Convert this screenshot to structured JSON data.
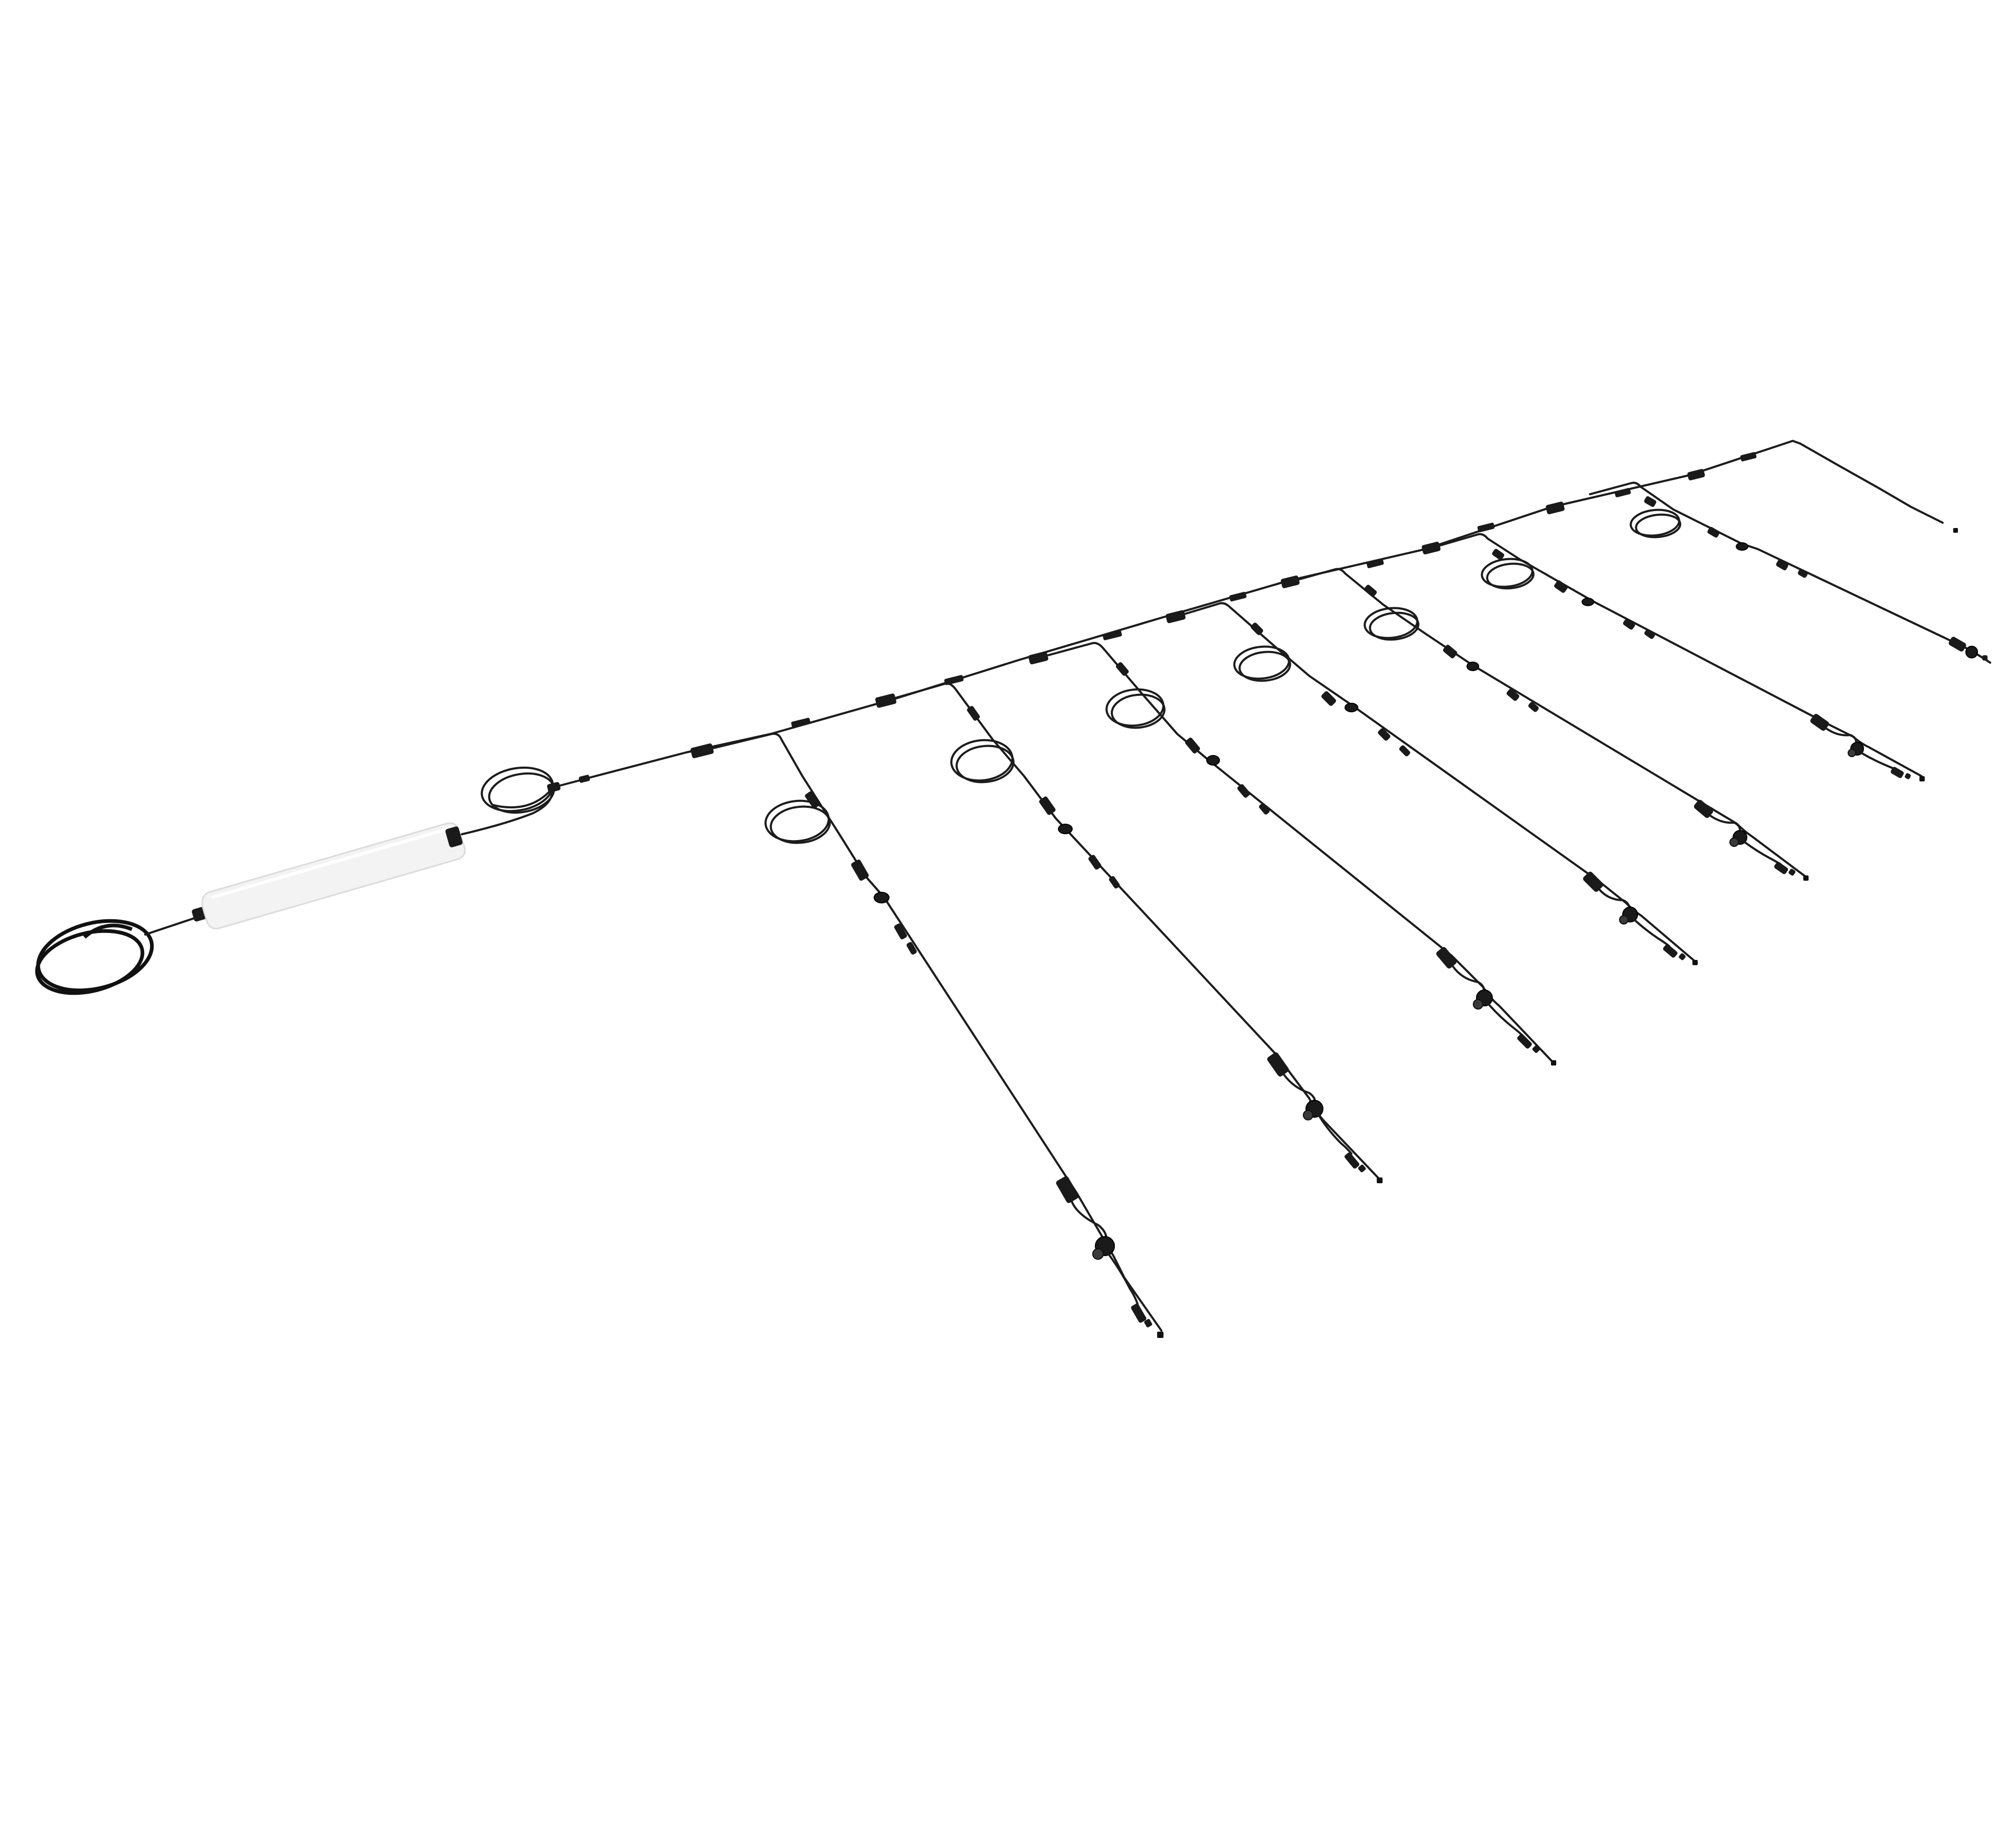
{
  "colors": {
    "background": "#ffffff",
    "cable": "#1c1c1c",
    "connector": "#1a1a1a",
    "power_supply_body": "#f3f3f3",
    "power_supply_outline": "#dcdcdc"
  },
  "components": {
    "power_cord_coil": "power-cord-coil",
    "power_supply": "power-supply-tube",
    "feeder_coil": "feeder-cable-coil",
    "trunk_cable": "trunk-cable",
    "branch_count": 7
  }
}
